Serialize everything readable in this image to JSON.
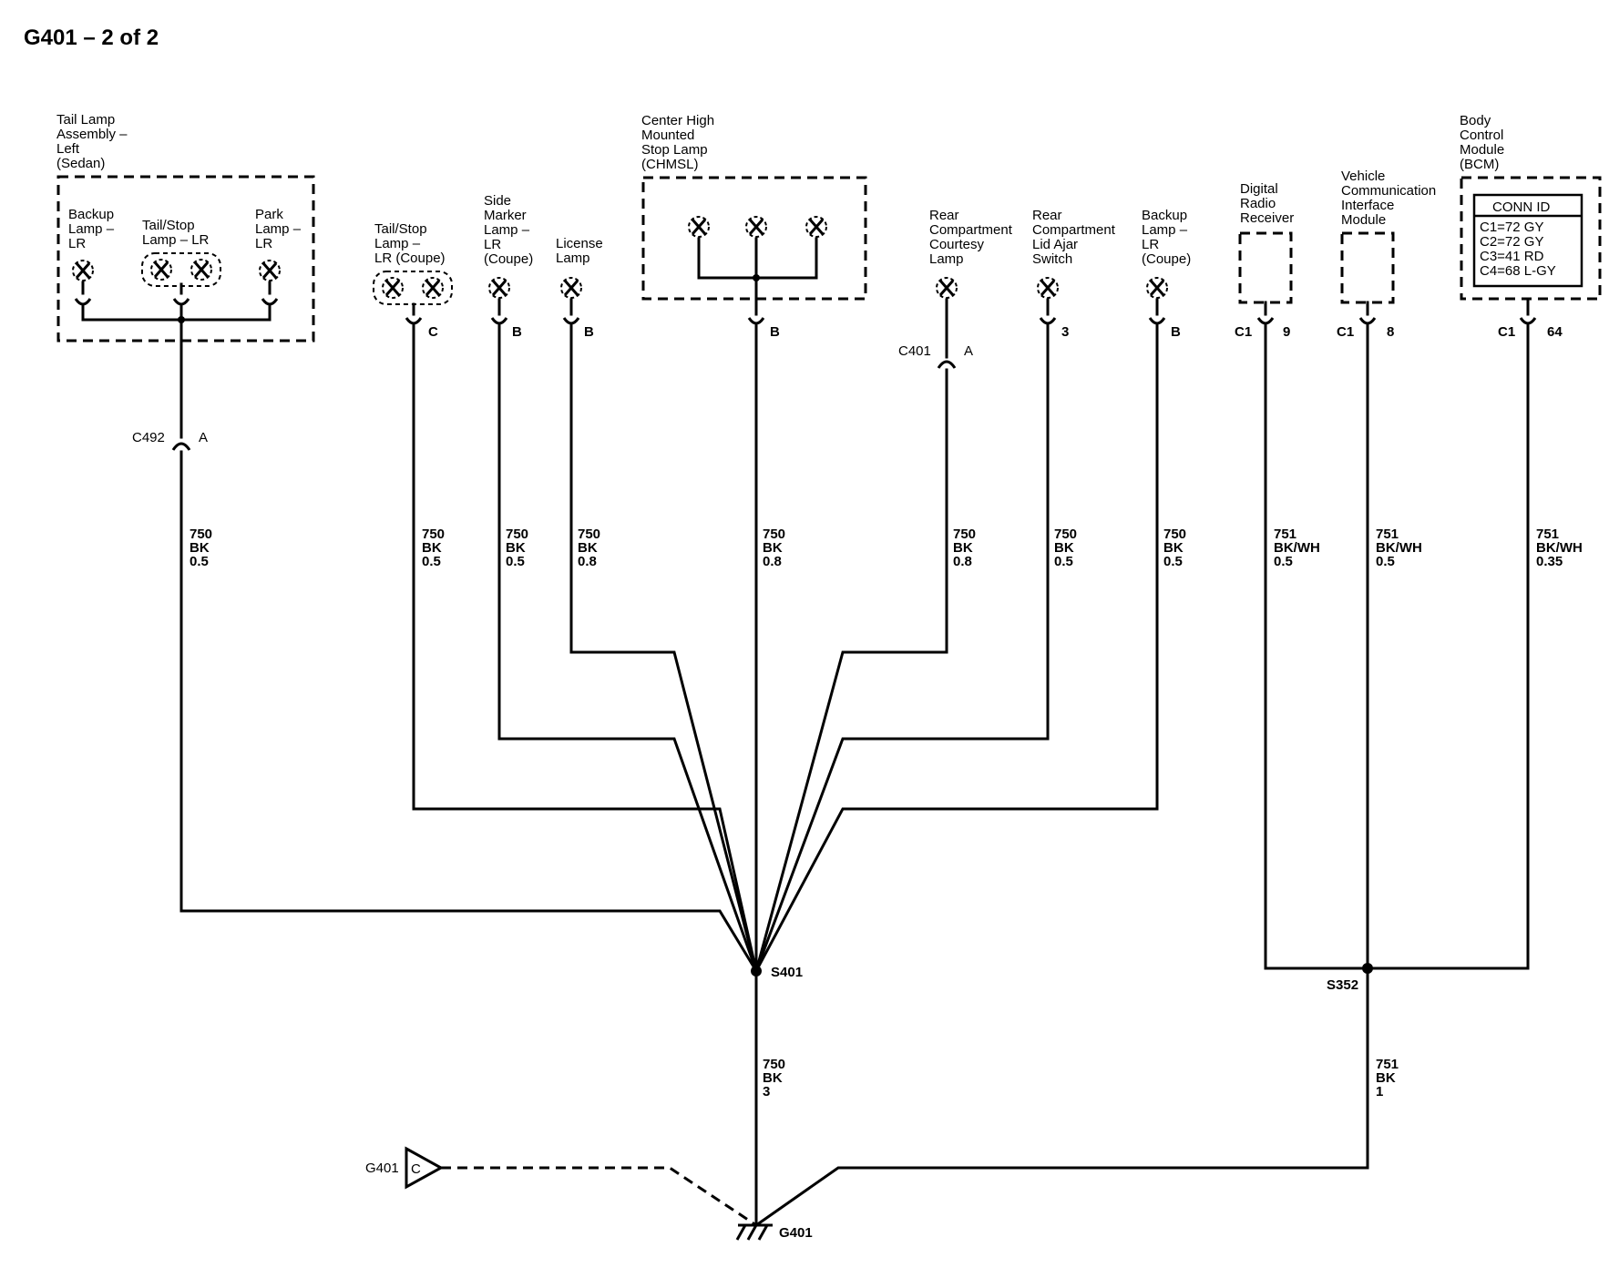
{
  "title": "G401 – 2 of 2",
  "components": {
    "tail_lamp_left": [
      "Tail Lamp",
      "Assembly –",
      "Left",
      "(Sedan)"
    ],
    "backup_lamp_lr": [
      "Backup",
      "Lamp –",
      "LR"
    ],
    "tail_stop_lamp_lr": [
      "Tail/Stop",
      "Lamp – LR"
    ],
    "park_lamp_lr": [
      "Park",
      "Lamp –",
      "LR"
    ],
    "tail_stop_coupe": [
      "Tail/Stop",
      "Lamp –",
      "LR (Coupe)"
    ],
    "side_marker_coupe": [
      "Side",
      "Marker",
      "Lamp –",
      "LR",
      "(Coupe)"
    ],
    "license_lamp": [
      "License",
      "Lamp"
    ],
    "chmsl": [
      "Center High",
      "Mounted",
      "Stop Lamp",
      "(CHMSL)"
    ],
    "rear_courtesy": [
      "Rear",
      "Compartment",
      "Courtesy",
      "Lamp"
    ],
    "rear_lid_switch": [
      "Rear",
      "Compartment",
      "Lid Ajar",
      "Switch"
    ],
    "backup_coupe": [
      "Backup",
      "Lamp –",
      "LR",
      "(Coupe)"
    ],
    "digital_radio": [
      "Digital",
      "Radio",
      "Receiver"
    ],
    "vcim": [
      "Vehicle",
      "Communication",
      "Interface",
      "Module"
    ],
    "bcm": [
      "Body",
      "Control",
      "Module",
      "(BCM)"
    ]
  },
  "conn_id": {
    "header": "CONN ID",
    "rows": [
      "C1=72 GY",
      "C2=72 GY",
      "C3=41 RD",
      "C4=68 L-GY"
    ]
  },
  "pins": {
    "tail_stop_coupe": "C",
    "side_marker_coupe": "B",
    "license_lamp": "B",
    "chmsl": "B",
    "c401_pin": "A",
    "rear_lid_switch": "3",
    "backup_coupe": "B",
    "radio_conn": "C1",
    "radio_pin": "9",
    "vcim_conn": "C1",
    "vcim_pin": "8",
    "bcm_conn": "C1",
    "bcm_pin": "64",
    "c492_pin": "A"
  },
  "connectors": {
    "c492": "C492",
    "c401": "C401"
  },
  "wires": {
    "w_left": [
      "750",
      "BK",
      "0.5"
    ],
    "w_tail_coupe": [
      "750",
      "BK",
      "0.5"
    ],
    "w_side_marker": [
      "750",
      "BK",
      "0.5"
    ],
    "w_license": [
      "750",
      "BK",
      "0.8"
    ],
    "w_chmsl": [
      "750",
      "BK",
      "0.8"
    ],
    "w_courtesy": [
      "750",
      "BK",
      "0.8"
    ],
    "w_lid": [
      "750",
      "BK",
      "0.5"
    ],
    "w_backup_coupe": [
      "750",
      "BK",
      "0.5"
    ],
    "w_radio": [
      "751",
      "BK/WH",
      "0.5"
    ],
    "w_vcim": [
      "751",
      "BK/WH",
      "0.5"
    ],
    "w_bcm": [
      "751",
      "BK/WH",
      "0.35"
    ],
    "w_s401_down": [
      "750",
      "BK",
      "3"
    ],
    "w_s352_down": [
      "751",
      "BK",
      "1"
    ]
  },
  "splices": {
    "s401": "S401",
    "s352": "S352"
  },
  "ground": {
    "label": "G401",
    "ref_label": "G401",
    "ref_letter": "C"
  }
}
